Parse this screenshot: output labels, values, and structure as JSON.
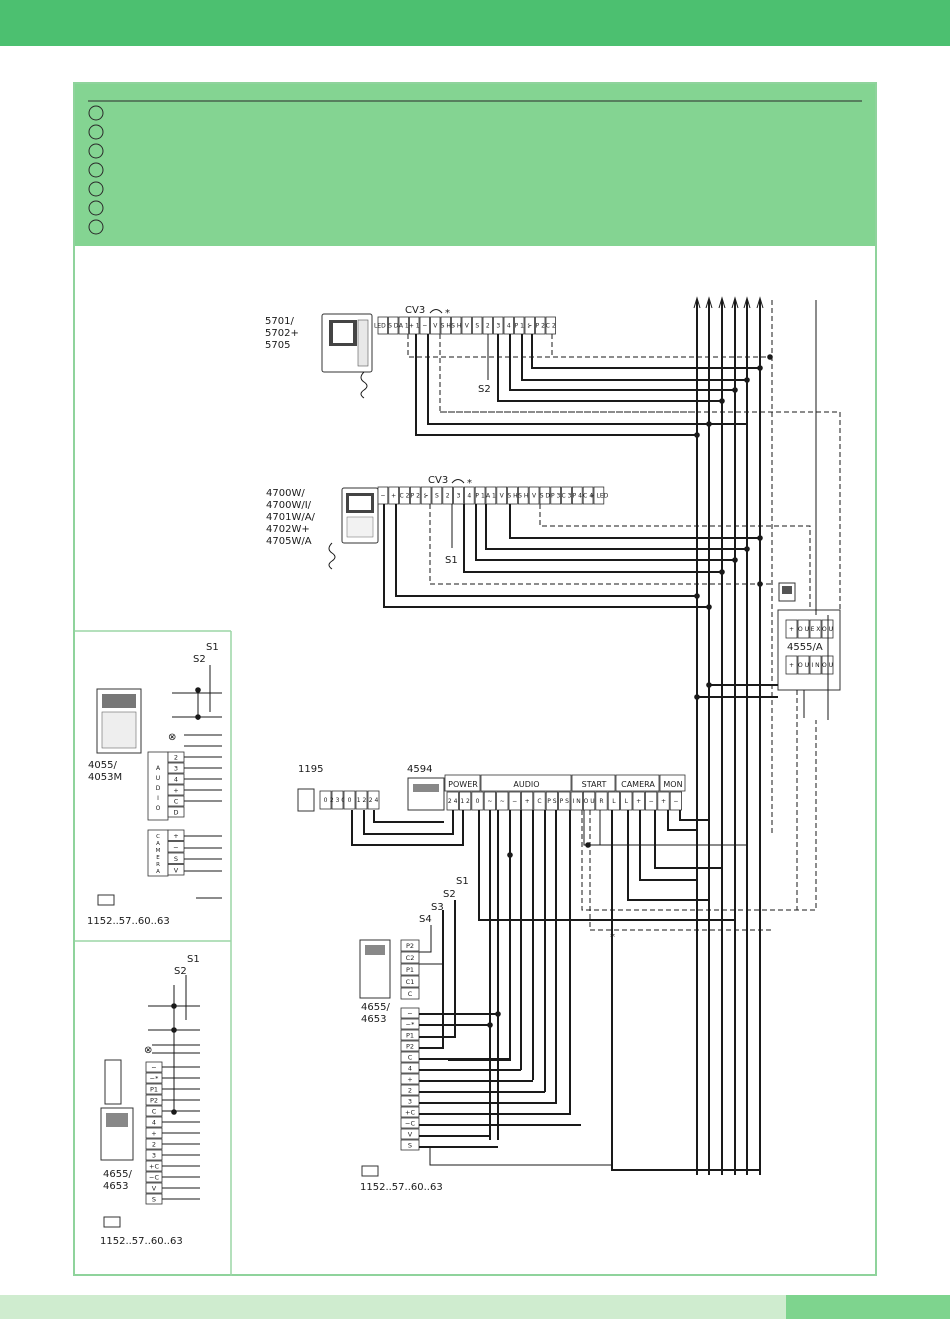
{
  "legend_markers": [
    "",
    "",
    "",
    "",
    "",
    "",
    ""
  ],
  "devices": {
    "monitor_5701": [
      "5701/",
      "5702+",
      "5705"
    ],
    "monitor_4700": [
      "4700W/",
      "4700W/I/",
      "4701W/A/",
      "4702W+",
      "4705W/A"
    ],
    "panel_4055": [
      "4055/",
      "4053M"
    ],
    "panel_4655_left": [
      "4655/",
      "4653"
    ],
    "panel_4655_center": [
      "4655/",
      "4653"
    ],
    "psu_1195": "1195",
    "psu_4594": "4594",
    "module_4555": "4555/A",
    "cable_code": "1152..57..60..63"
  },
  "labels": {
    "cv3": "CV3",
    "asterisk": "*",
    "s1": "S1",
    "s2": "S2",
    "s3": "S3",
    "s4": "S4"
  },
  "main_unit_sections": [
    "POWER",
    "AUDIO",
    "START",
    "CAMERA",
    "MON"
  ],
  "terminals": {
    "m5701": [
      "LED 1",
      "S D",
      "A 1",
      "+ 1",
      "−",
      "V",
      "S H",
      "S H",
      "V",
      "S",
      "2",
      "3",
      "4",
      "P 1",
      "⊱",
      "P 2",
      "C 2"
    ],
    "m4700": [
      "−",
      "+",
      "C 2",
      "P 2",
      "⊱",
      "S",
      "2",
      "3",
      "4",
      "P 1",
      "A 1",
      "V",
      "S H",
      "S H",
      "V",
      "S D",
      "P 3",
      "C 3",
      "P 4",
      "C 4",
      "+ LED"
    ],
    "t1195": [
      "0",
      "2 3 0",
      "0",
      "1 2",
      "2 4"
    ],
    "main": [
      "2 4",
      "1 2",
      "0",
      "~",
      "~",
      "−",
      "+",
      "C",
      "P S",
      "P S",
      "I N",
      "O U",
      "R",
      "L",
      "L",
      "+",
      "−",
      "+",
      "−"
    ],
    "audio_4055": [
      "2",
      "3",
      "4",
      "+",
      "C",
      "D"
    ],
    "camera_4055": [
      "+",
      "−",
      "S",
      "V"
    ],
    "p4655_top": [
      "P2",
      "C2",
      "P1",
      "C1",
      "C"
    ],
    "p4655_bottom": [
      "~",
      "~*",
      "P1",
      "P2",
      "C",
      "4",
      "+",
      "2",
      "3",
      "+C",
      "−C",
      "V",
      "S"
    ],
    "p4655_left": [
      "~",
      "~*",
      "P1",
      "P2",
      "C",
      "4",
      "+",
      "2",
      "3",
      "+C",
      "−C",
      "V",
      "S"
    ],
    "m4555_top": [
      "+",
      "O U",
      "E X",
      "O U"
    ],
    "m4555_bottom": [
      "+",
      "O U",
      "I N",
      "O U"
    ]
  },
  "vertical_text": {
    "audio": [
      "A",
      "U",
      "D",
      "I",
      "O"
    ],
    "camera": [
      "C",
      "A",
      "M",
      "E",
      "R",
      "A"
    ]
  }
}
